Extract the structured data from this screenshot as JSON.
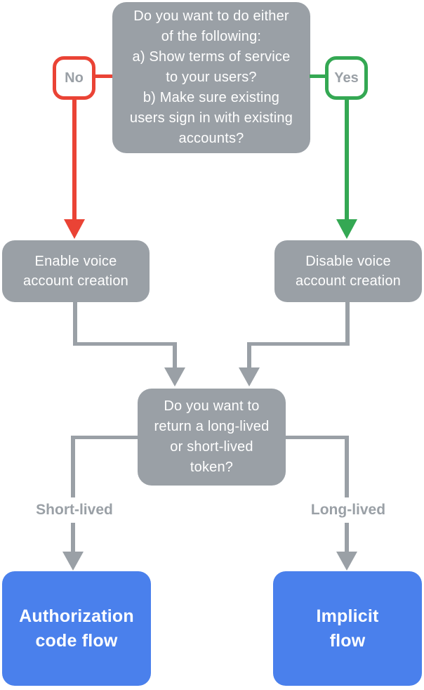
{
  "diagram": {
    "type": "flowchart",
    "topic": "Voice account creation and token flow decision",
    "colors": {
      "node_gray": "#9AA0A6",
      "connector_gray": "#9AA0A6",
      "no_red": "#EA4335",
      "yes_green": "#34A853",
      "result_blue": "#4A80EC",
      "node_text": "#FFFFFF",
      "badge_text": "#9AA0A6",
      "background": "#FFFFFF"
    },
    "nodes": {
      "question_top": {
        "text": "Do you want to do either\nof the following:\na) Show terms of service\nto your users?\nb) Make sure existing\nusers sign in with existing\naccounts?"
      },
      "no_badge": {
        "label": "No"
      },
      "yes_badge": {
        "label": "Yes"
      },
      "enable_box": {
        "text": "Enable voice\naccount creation"
      },
      "disable_box": {
        "text": "Disable voice\naccount creation"
      },
      "question_token": {
        "text": "Do you want to\nreturn a long-lived\nor short-lived\ntoken?"
      },
      "short_lived_label": {
        "text": "Short-lived"
      },
      "long_lived_label": {
        "text": "Long-lived"
      },
      "auth_code_box": {
        "text": "Authorization\ncode flow"
      },
      "implicit_box": {
        "text": "Implicit\nflow"
      }
    },
    "edges": [
      {
        "from": "question_top",
        "label": "No",
        "to": "enable_box",
        "color": "#EA4335"
      },
      {
        "from": "question_top",
        "label": "Yes",
        "to": "disable_box",
        "color": "#34A853"
      },
      {
        "from": "enable_box",
        "to": "question_token",
        "color": "#9AA0A6"
      },
      {
        "from": "disable_box",
        "to": "question_token",
        "color": "#9AA0A6"
      },
      {
        "from": "question_token",
        "label": "Short-lived",
        "to": "auth_code_box",
        "color": "#9AA0A6"
      },
      {
        "from": "question_token",
        "label": "Long-lived",
        "to": "implicit_box",
        "color": "#9AA0A6"
      }
    ]
  }
}
